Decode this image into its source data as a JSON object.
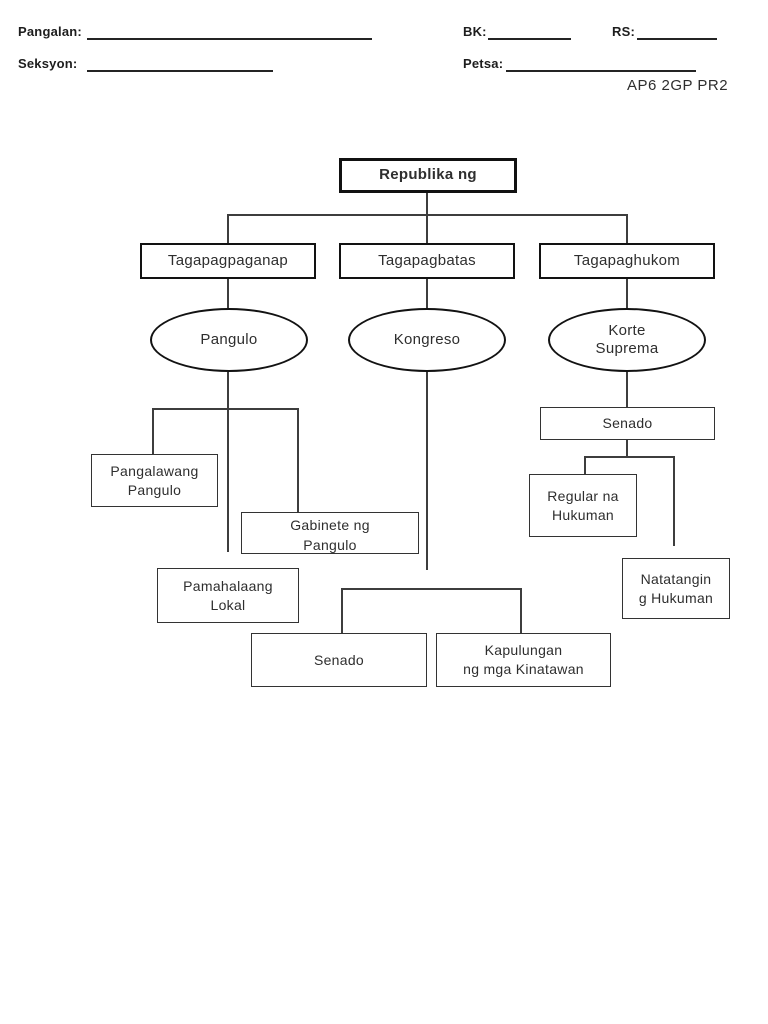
{
  "header": {
    "pangalan": "Pangalan:",
    "seksyon": "Seksyon:",
    "bk": "BK:",
    "rs": "RS:",
    "petsa": "Petsa:",
    "code": "AP6 2GP PR2"
  },
  "diagram": {
    "root": "Republika ng",
    "branch_executive": "Tagapagpaganap",
    "branch_legislative": "Tagapagbatas",
    "branch_judicial": "Tagapaghukom",
    "oval_pangulo": "Pangulo",
    "oval_kongreso": "Kongreso",
    "oval_korte_suprema": "Korte\nSuprema",
    "pangalawang_pangulo": "Pangalawang\nPangulo",
    "gabinete_ng_pangulo": "Gabinete ng\nPangulo",
    "pamahalaang_lokal": "Pamahalaang\nLokal",
    "senado_kongreso": "Senado",
    "kapulungan": "Kapulungan\nng mga Kinatawan",
    "senado_korte": "Senado",
    "regular_na_hukuman": "Regular na\nHukuman",
    "natatanging_hukuman": "Natatangin\ng Hukuman"
  }
}
